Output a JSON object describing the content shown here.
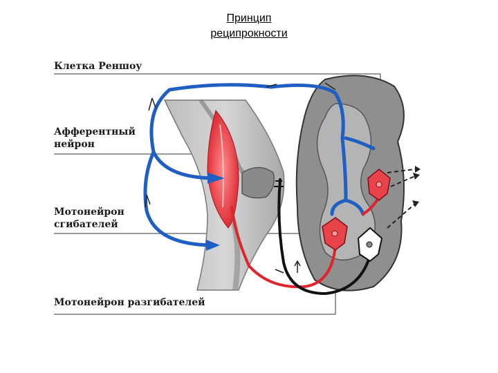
{
  "title": {
    "line1": "Принцип",
    "line2": "реципрокности"
  },
  "labels": {
    "renshaw": "Клетка Реншоу",
    "afferent_line1": "Афферентный",
    "afferent_line2": "нейрон",
    "flexor_line1": "Мотонейрон",
    "flexor_line2": "сгибателей",
    "extensor": "Мотонейрон разгибателей"
  },
  "colors": {
    "afferent": "#1f5fc4",
    "flexor": "#e0242b",
    "extensor": "#111111",
    "muscle": "#e8424a",
    "bone": "#9a9a9a",
    "cord": "#8c8c8c"
  }
}
